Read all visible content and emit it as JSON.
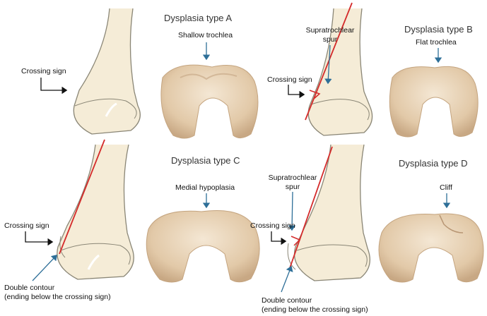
{
  "panels": {
    "a": {
      "title": "Dysplasia type A",
      "top_label": "Shallow trochlea",
      "crossing": "Crossing sign"
    },
    "b": {
      "title": "Dysplasia type B",
      "top_label": "Flat trochlea",
      "spur_line1": "Supratrochlear",
      "spur_line2": "spur",
      "crossing": "Crossing sign"
    },
    "c": {
      "title": "Dysplasia type C",
      "top_label": "Medial hypoplasia",
      "crossing": "Crossing sign",
      "double_line1": "Double contour",
      "double_line2": "(ending below the crossing sign)"
    },
    "d": {
      "title": "Dysplasia type D",
      "top_label": "Cliff",
      "spur_line1": "Supratrochlear",
      "spur_line2": "spur",
      "crossing": "Crossing sign",
      "double_line1": "Double contour",
      "double_line2": "(ending below the crossing sign)"
    }
  },
  "colors": {
    "bone_fill": "#f5ecd7",
    "bone_stroke": "#8a8676",
    "condyle_fill": "#ead6bc",
    "condyle_shadow": "#c9ab8a",
    "accent_red": "#d42a2a",
    "arrow_blue": "#2e6f98"
  }
}
